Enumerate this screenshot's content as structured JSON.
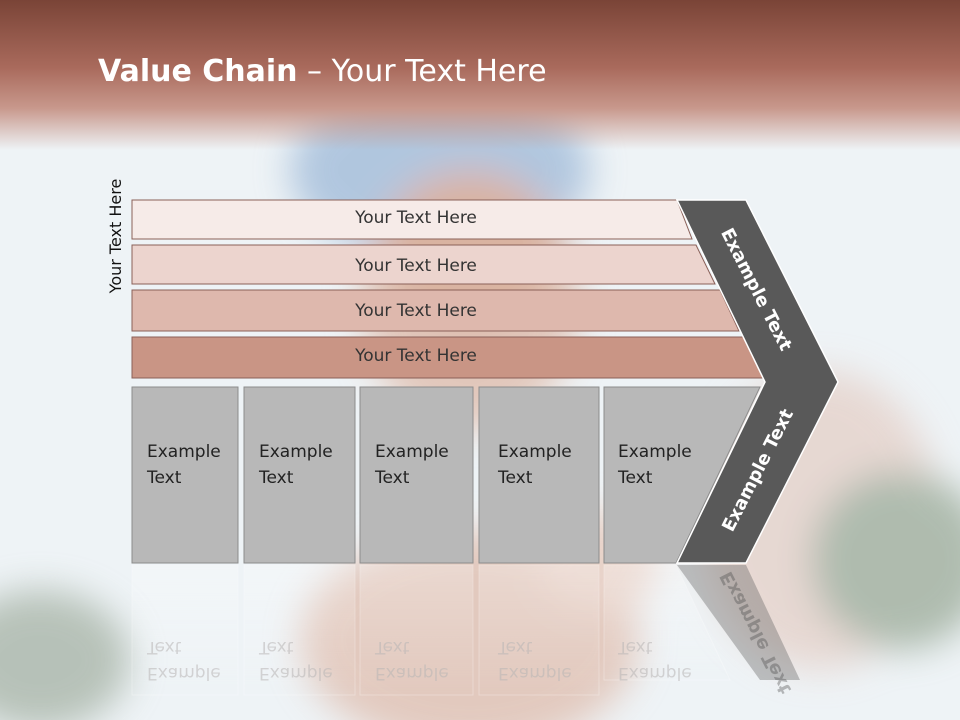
{
  "slide": {
    "title_bold": "Value Chain",
    "title_rest": " – Your Text Here",
    "side_label": "Your Text Here"
  },
  "rows": [
    {
      "label": "Your Text Here"
    },
    {
      "label": "Your Text Here"
    },
    {
      "label": "Your Text Here"
    },
    {
      "label": "Your Text Here"
    }
  ],
  "columns": [
    {
      "line1": "Example",
      "line2": "Text"
    },
    {
      "line1": "Example",
      "line2": "Text"
    },
    {
      "line1": "Example",
      "line2": "Text"
    },
    {
      "line1": "Example",
      "line2": "Text"
    },
    {
      "line1": "Example",
      "line2": "Text"
    }
  ],
  "chevron": {
    "upper_label": "Example Text",
    "lower_label": "Example Text"
  },
  "colors": {
    "row1": "#f6ebe8",
    "row2": "#ecd4ce",
    "row3": "#deb8ad",
    "row4": "#c99585",
    "column_fill": "#b8b8b8",
    "chevron_fill": "#595959",
    "title_band": "#7a4437"
  }
}
